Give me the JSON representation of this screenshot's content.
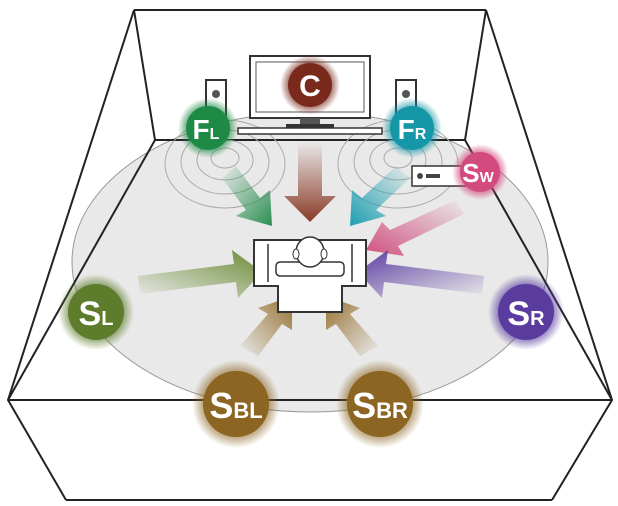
{
  "speakers": {
    "center": {
      "main": "C",
      "sub": "",
      "color": "#7a2a1c"
    },
    "front_left": {
      "main": "F",
      "sub": "L",
      "color": "#1f8a45"
    },
    "front_right": {
      "main": "F",
      "sub": "R",
      "color": "#1597a8"
    },
    "subwoofer": {
      "main": "S",
      "sub": "W",
      "color": "#d24a7e"
    },
    "surround_left": {
      "main": "S",
      "sub": "L",
      "color": "#5e7d2c"
    },
    "surround_right": {
      "main": "S",
      "sub": "R",
      "color": "#5a3c9e"
    },
    "surround_back_left": {
      "main": "S",
      "sub": "BL",
      "color": "#8c6523"
    },
    "surround_back_right": {
      "main": "S",
      "sub": "BR",
      "color": "#8c6523"
    }
  },
  "colors": {
    "floor": "#e9e9e9",
    "room_line": "#222222",
    "arrow_center": "#8a3a26",
    "arrow_front_left": "#2c8f52",
    "arrow_front_right": "#1d9fb0",
    "arrow_subwoofer": "#d0517f",
    "arrow_surround_left": "#6a8a33",
    "arrow_surround_right": "#5b3ea2",
    "arrow_back": "#957030"
  },
  "icons": [
    "television-icon",
    "front-speaker-left-icon",
    "front-speaker-right-icon",
    "av-receiver-icon",
    "listener-chair-icon"
  ]
}
